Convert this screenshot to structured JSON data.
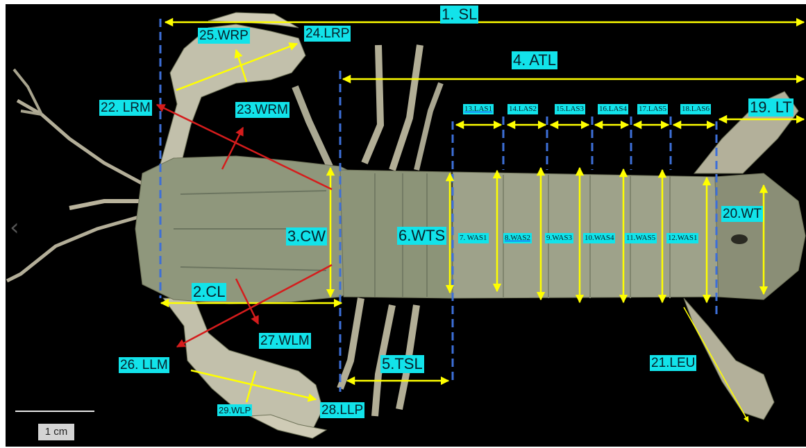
{
  "colors": {
    "measure_yellow": "#ffff00",
    "measure_red": "#d51c1c",
    "guide_blue": "#3d6fd8",
    "label_cyan": "#12e3ea",
    "background": "#000000"
  },
  "labels": {
    "sl": "1. SL",
    "cl": "2.CL",
    "cw": "3.CW",
    "atl": "4. ATL",
    "tsl": "5.TSL",
    "wts": "6.WTS",
    "was1": "7. WAS1",
    "was2": "8.WAS2",
    "was3": "9.WAS3",
    "was4": "10.WAS4",
    "was5": "11.WAS5",
    "was6": "12.WAS1",
    "las1": "13.LAS1",
    "las2": "14.LAS2",
    "las3": "15.LAS3",
    "las4": "16.LAS4",
    "las5": "17.LAS5",
    "las6": "18.LAS6",
    "lt": "19. LT",
    "wt": "20.WT",
    "leu": "21.LEU",
    "lrm": "22. LRM",
    "wrm": "23.WRM",
    "lrp": "24.LRP",
    "wrp": "25.WRP",
    "llm": "26. LLM",
    "wlm": "27.WLM",
    "llp": "28.LLP",
    "wlp": "29.WLP"
  },
  "scale_bar": {
    "label": "1 cm"
  },
  "nav": {
    "prev_icon": "chevron-left-icon",
    "prev_glyph": "‹"
  }
}
